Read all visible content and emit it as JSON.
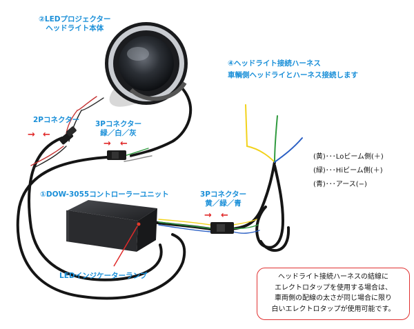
{
  "labels": {
    "projector_line1": "②LEDプロジェクター",
    "projector_line2": "ヘッドライト本体",
    "harness_line1": "④ヘッドライト接続ハーネス",
    "harness_line2": "車輌側ヘッドライとハーネス接続します",
    "connector_2p": "2Pコネクター",
    "connector_3p_a_line1": "3Pコネクター",
    "connector_3p_a_line2": "緑／白／灰",
    "controller": "①DOW-3055コントローラーユニット",
    "connector_3p_b_line1": "3Pコネクター",
    "connector_3p_b_line2": "黄／緑／青",
    "indicator_lamp": "LEDインジケーターランプ"
  },
  "wire_legend": [
    "(黄)･･･Loビーム側(＋)",
    "(緑)･･･Hiビーム側(＋)",
    "(青)･･･アース(−)"
  ],
  "note_lines": [
    "ヘッドライト接続ハーネスの結線に",
    "エレクトロタップを使用する場合は、",
    "車両側の配線の太さが同じ場合に限り",
    "白いエレクトロタップが使用可能です。"
  ],
  "arrows": {
    "right": "→",
    "left": "←"
  },
  "colors": {
    "label_blue": "#1a8fd8",
    "arrow_red": "#e02a2a",
    "note_border": "#e03030",
    "wire_yellow": "#f2d21b",
    "wire_green": "#2f9a3e",
    "wire_blue": "#2a5fc4"
  }
}
